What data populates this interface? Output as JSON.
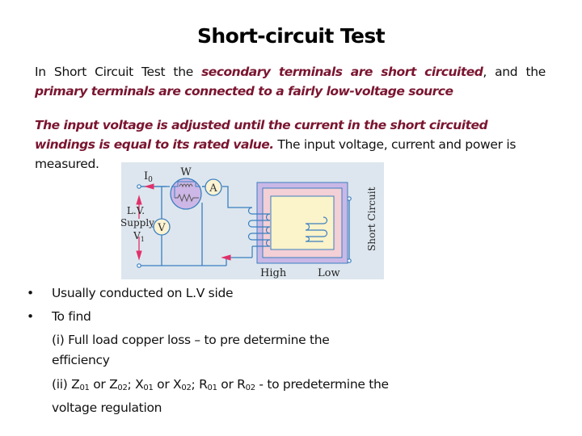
{
  "slide": {
    "title": "Short-circuit Test",
    "paragraph1": {
      "plain_start": "In Short Circuit Test the ",
      "emphasis1": "secondary terminals are short circuited",
      "plain_mid": ", and the ",
      "emphasis2": "primary terminals are connected to a fairly low-voltage source"
    },
    "paragraph2": {
      "emphasis": "The input voltage is adjusted until the current in the short circuited windings is equal to its rated value.",
      "plain": "  The input voltage, current and power is measured."
    },
    "diagram": {
      "labels": {
        "current": "I",
        "current_sub": "0",
        "wattmeter": "W",
        "ammeter": "A",
        "voltmeter": "V",
        "supply_line1": "L.V.",
        "supply_line2": "Supply",
        "voltage": "V",
        "voltage_sub": "1",
        "high": "High",
        "low": "Low",
        "short_circuit": "Short Circuit"
      },
      "colors": {
        "wire": "#3a7fc0",
        "arrow": "#e0306a",
        "outer_core": "#c9b8e6",
        "middle_core": "#f3cfd6",
        "inner_window": "#fbf3c9",
        "meter_fill": "#cdb7e6",
        "background": "#dde6ee"
      }
    },
    "bullets": [
      {
        "text": "Usually conducted on L.V side"
      },
      {
        "text": "To find"
      }
    ],
    "sub_items": {
      "item1_line1": "(i) Full load copper loss – to pre determine the",
      "item1_line2": "efficiency",
      "item2": {
        "prefix": "(ii) Z",
        "s1": "01",
        "t1": " or Z",
        "s2": "02",
        "t2": "; X",
        "s3": "01",
        "t3": " or X",
        "s4": "02",
        "t4": "; R",
        "s5": "01",
        "t5": " or R",
        "s6": "02",
        "t6": " - to predetermine the",
        "line2": "voltage regulation"
      }
    },
    "bullet_char": "•"
  }
}
